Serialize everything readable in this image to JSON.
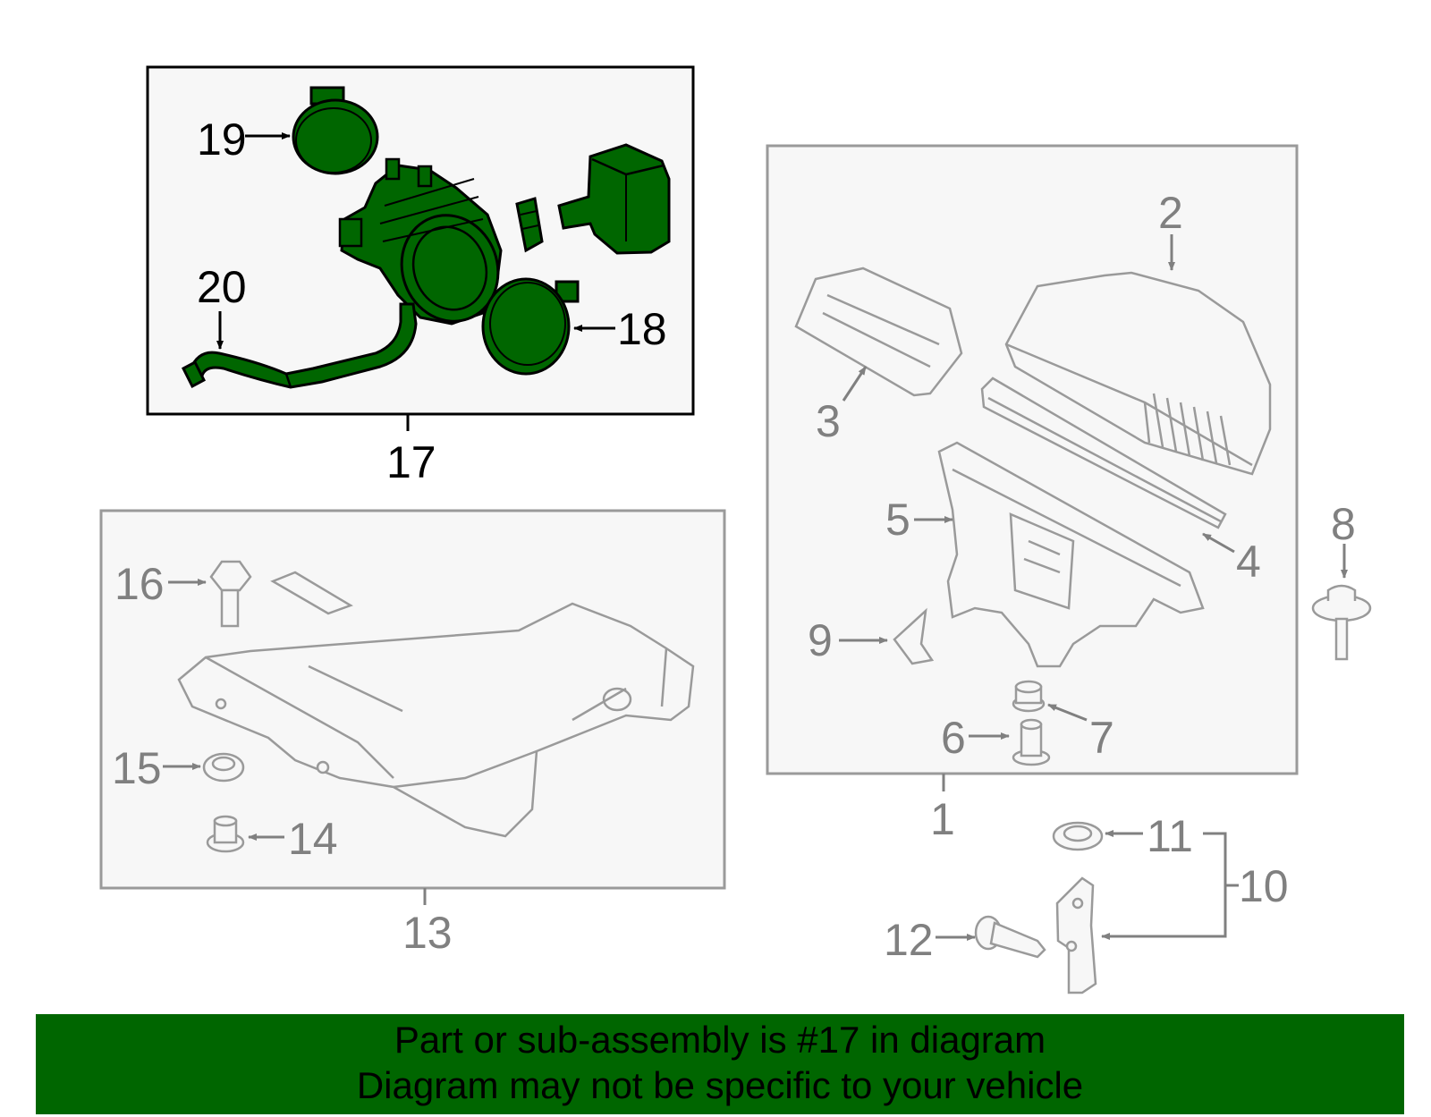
{
  "callouts": {
    "n1": "1",
    "n2": "2",
    "n3": "3",
    "n4": "4",
    "n5": "5",
    "n6": "6",
    "n7": "7",
    "n8": "8",
    "n9": "9",
    "n10": "10",
    "n11": "11",
    "n12": "12",
    "n13": "13",
    "n14": "14",
    "n15": "15",
    "n16": "16",
    "n17": "17",
    "n18": "18",
    "n19": "19",
    "n20": "20"
  },
  "banner": {
    "line1": "Part or sub-assembly is #17 in diagram",
    "line2": "Diagram may not be specific to your vehicle"
  },
  "colors": {
    "highlight_fill": "#006600",
    "banner_bg": "#006600",
    "panel_bg": "#f7f7f7",
    "line_gray": "#9a9a9a",
    "text_gray": "#808080"
  }
}
